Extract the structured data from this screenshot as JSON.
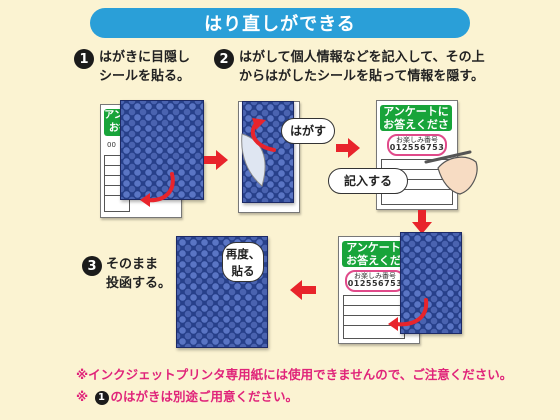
{
  "title": "はり直しができる",
  "steps": [
    {
      "number": "1",
      "lines": [
        "はがきに目隠し",
        "シールを貼る。"
      ]
    },
    {
      "number": "2",
      "lines": [
        "はがして個人情報などを記入して、その上",
        "からはがしたシールを貼って情報を隠す。"
      ]
    },
    {
      "number": "3",
      "lines": [
        "そのまま",
        "投函する。"
      ]
    }
  ],
  "card": {
    "heading_lines": [
      "アンケートに",
      "お答えください"
    ],
    "partial_heading_lines": [
      "アンケ",
      "お答"
    ],
    "partial_digits": "00",
    "lottery_label": "お楽しみ番号",
    "lottery_number": "012556753"
  },
  "bubbles": {
    "peel": "はがす",
    "write": "記入する",
    "repaste": [
      "再度、",
      "貼る"
    ]
  },
  "notes": [
    {
      "mark": "※",
      "text": "インクジェットプリンタ専用紙には使用できませんので、ご注意ください。"
    },
    {
      "mark": "※",
      "number": "1",
      "text": "のはがきは別途ご用意ください。"
    }
  ],
  "colors": {
    "banner": "#2a9fd8",
    "arrow_red": "#e8242b",
    "curve_red": "#e8242b",
    "heading_green": "#18a43a",
    "seal_blue": "#27408a",
    "note_pink": "#e0247a",
    "background": "#fbf3d2"
  }
}
